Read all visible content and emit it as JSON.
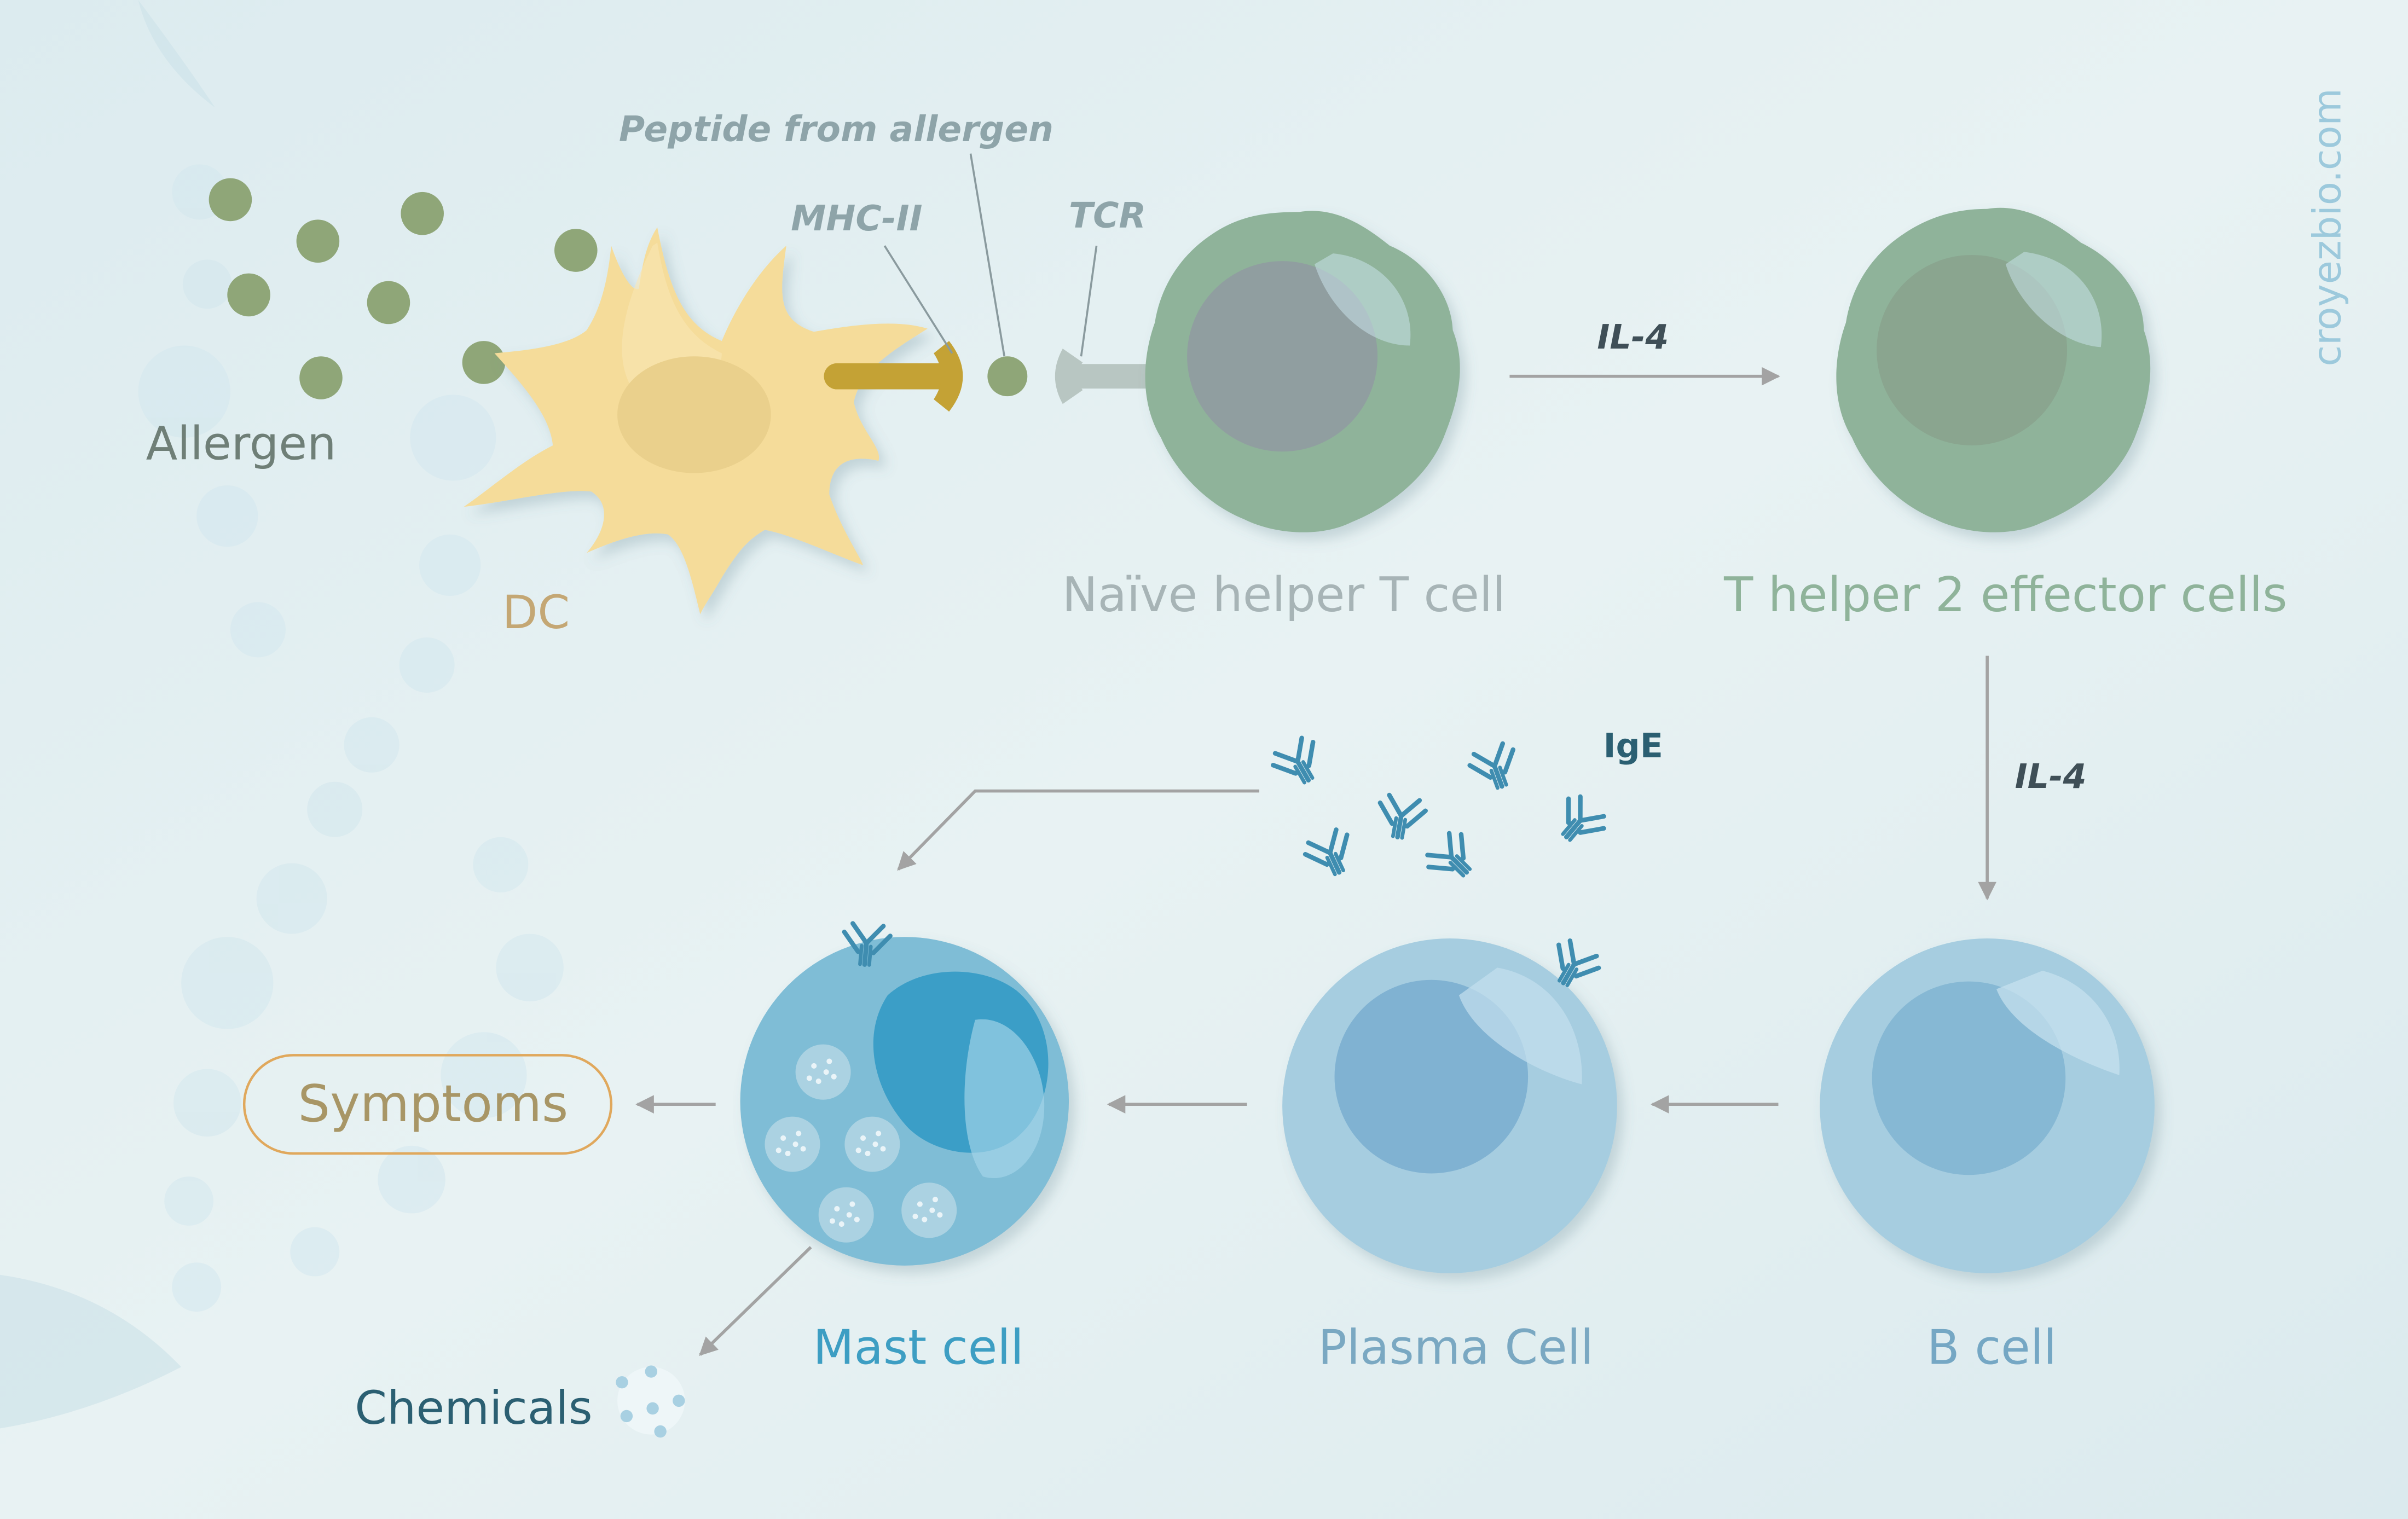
{
  "labels": {
    "allergen": "Allergen",
    "dc": "DC",
    "peptide": "Peptide from allergen",
    "mhc": "MHC-II",
    "tcr": "TCR",
    "naive_t": "Naïve helper T cell",
    "th2": "T helper 2 effector cells",
    "il4_top": "IL-4",
    "il4_right": "IL-4",
    "ige": "IgE",
    "b_cell": "B cell",
    "plasma_cell": "Plasma Cell",
    "mast_cell": "Mast cell",
    "symptoms": "Symptoms",
    "chemicals": "Chemicals",
    "watermark": "croyezbio.com"
  },
  "colors": {
    "background": "#e3eff2",
    "allergen": "#8fa678",
    "dc": "#f5dc9a",
    "t_cell": "#8fb39a",
    "b_cell": "#a6cde0",
    "mast_cell": "#7fbdd6",
    "antibody": "#3f8db0",
    "arrow": "#a3a3a3",
    "symptoms_border": "#e0a85c"
  }
}
